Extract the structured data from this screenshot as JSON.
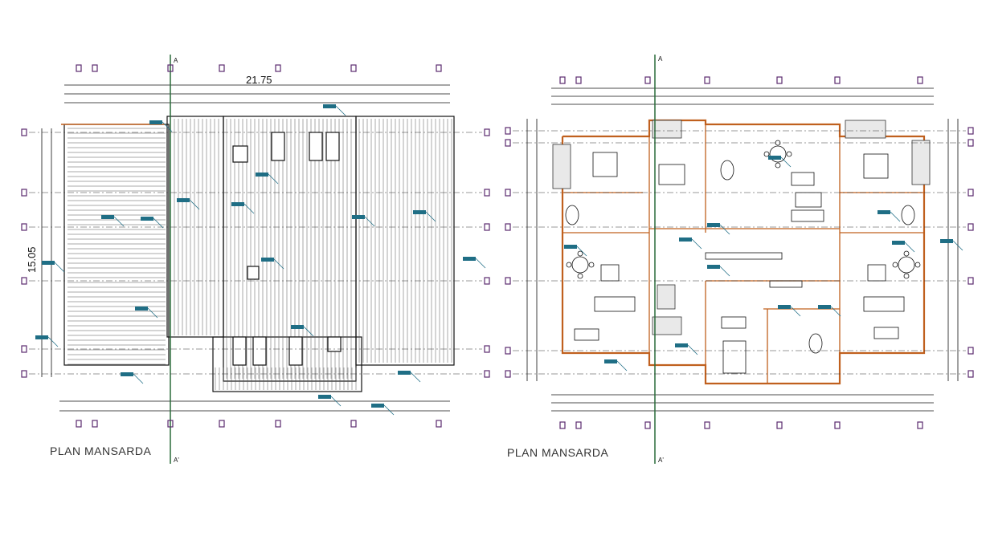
{
  "left_plan": {
    "title": "PLAN MANSARDA",
    "dimension_width": "21.75",
    "dimension_height": "15.05",
    "section_mark_top": "A",
    "section_mark_bottom": "A'"
  },
  "right_plan": {
    "title": "PLAN MANSARDA",
    "section_mark_top": "A",
    "section_mark_bottom": "A'"
  },
  "colors": {
    "line": "#111111",
    "roof_hatch": "#555555",
    "wall": "#c0601e",
    "tag": "#1f6e85",
    "axis": "#2a6b3a",
    "marker": "#5a2a6e"
  }
}
